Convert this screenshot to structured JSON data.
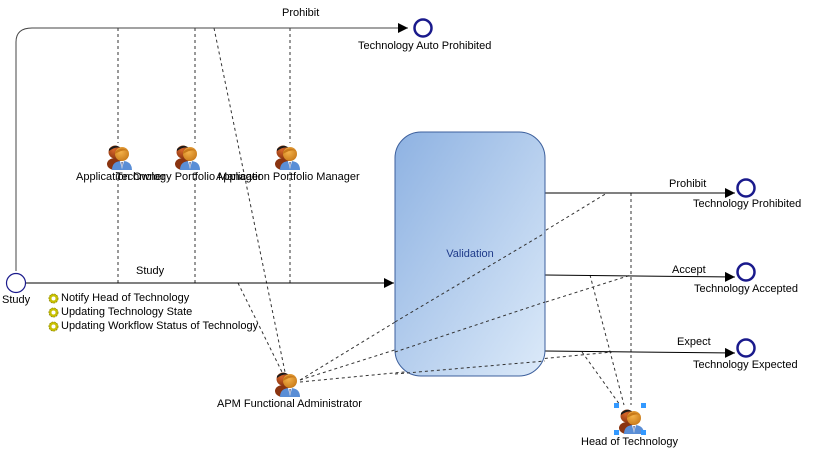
{
  "diagram": {
    "start_node": {
      "label": "Study"
    },
    "task": {
      "label": "Validation"
    },
    "transitions": [
      {
        "id": "auto-prohibit",
        "label": "Prohibit",
        "target": "Technology Auto Prohibited"
      },
      {
        "id": "study",
        "label": "Study",
        "target": "Validation"
      },
      {
        "id": "prohibit",
        "label": "Prohibit",
        "target": "Technology Prohibited"
      },
      {
        "id": "accept",
        "label": "Accept",
        "target": "Technology Accepted"
      },
      {
        "id": "expect",
        "label": "Expect",
        "target": "Technology Expected"
      }
    ],
    "end_nodes": [
      {
        "label": "Technology Auto Prohibited"
      },
      {
        "label": "Technology Prohibited"
      },
      {
        "label": "Technology Accepted"
      },
      {
        "label": "Technology Expected"
      }
    ],
    "actors": [
      {
        "label": "Application Owner"
      },
      {
        "label": "Technology Portfolio Manager"
      },
      {
        "label": "Application Portfolio Manager"
      },
      {
        "label": "APM Functional Administrator"
      },
      {
        "label": "Head of Technology",
        "selected": true
      }
    ],
    "actions": [
      {
        "label": "Notify Head of Technology",
        "icon": "gear-icon"
      },
      {
        "label": "Updating Technology State",
        "icon": "gear-icon"
      },
      {
        "label": "Updating Workflow Status of Technology",
        "icon": "gear-icon"
      }
    ]
  },
  "colors": {
    "node_stroke": "#1a1a8c",
    "task_gradient_start": "#8eb2e2",
    "task_gradient_end": "#d9e8f8",
    "task_border": "#3c5f9c",
    "selection_handle": "#3399ff",
    "gear": "#c8c000"
  }
}
